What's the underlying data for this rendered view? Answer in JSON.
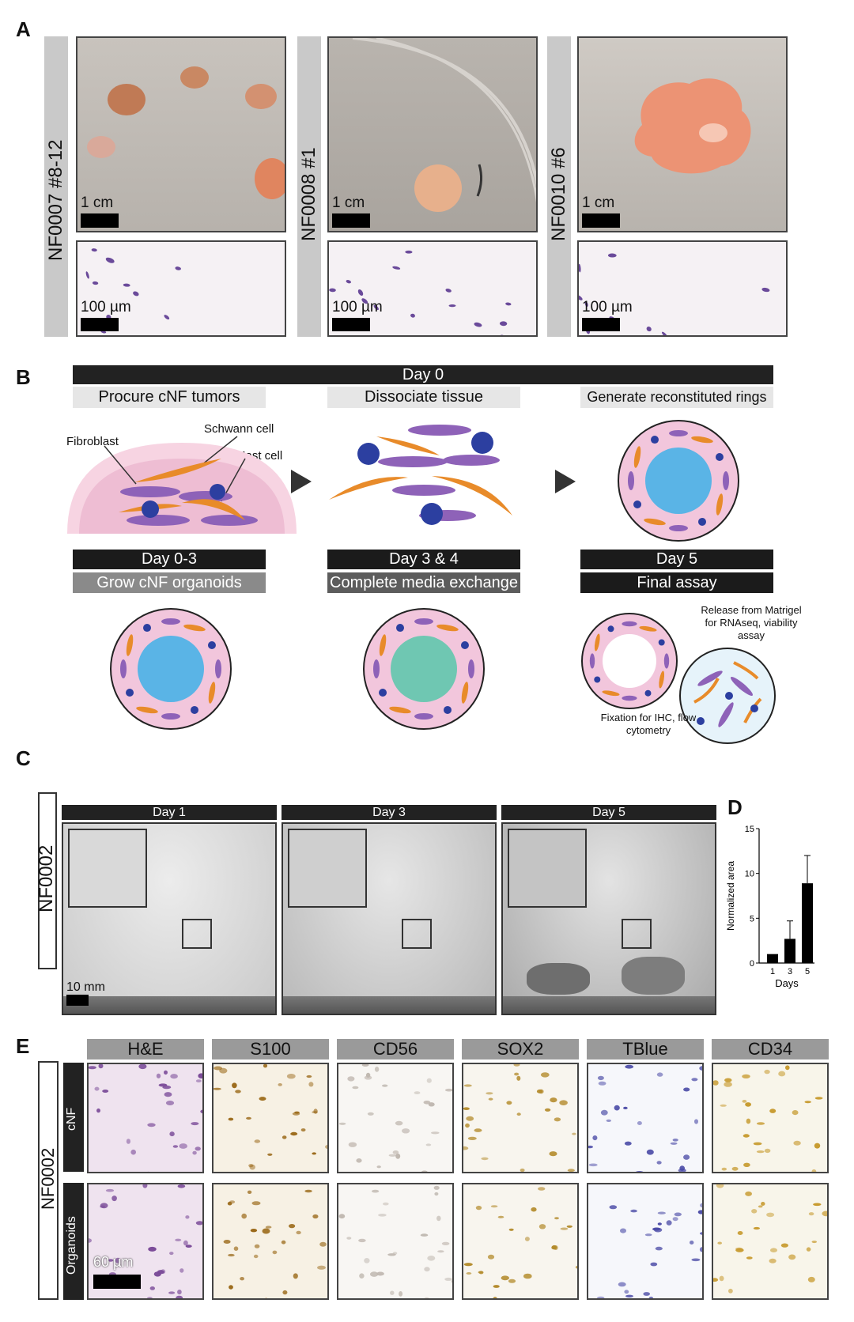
{
  "panels": {
    "a": "A",
    "b": "B",
    "c": "C",
    "d": "D",
    "e": "E"
  },
  "panel_a": {
    "samples": [
      {
        "id": "NF0007 #8-12",
        "photo_scale": "1 cm",
        "histo_scale": "100 µm"
      },
      {
        "id": "NF0008 #1",
        "photo_scale": "1 cm",
        "histo_scale": "100 µm"
      },
      {
        "id": "NF0010 #6",
        "photo_scale": "1 cm",
        "histo_scale": "100 µm"
      }
    ]
  },
  "panel_b": {
    "day0_header": "Day 0",
    "steps": [
      "Procure cNF tumors",
      "Dissociate tissue",
      "Generate reconstituted rings"
    ],
    "cell_labels": {
      "fibroblast": "Fibroblast",
      "schwann": "Schwann cell",
      "mast": "Mast cell"
    },
    "bottom_headers": [
      "Day 0-3",
      "Day 3 & 4",
      "Day 5"
    ],
    "bottom_steps": [
      "Grow cNF organoids",
      "Complete media exchange",
      "Final assay"
    ],
    "release_note": "Release from Matrigel for RNAseq, viability assay",
    "fixation_note": "Fixation for IHC, flow cytometry"
  },
  "panel_c": {
    "sample": "NF0002",
    "days": [
      "Day 1",
      "Day 3",
      "Day 5"
    ],
    "scale": "10 mm"
  },
  "chart_data": {
    "type": "bar",
    "categories": [
      "1",
      "3",
      "5"
    ],
    "values": [
      1.0,
      2.7,
      8.9
    ],
    "errors": [
      0,
      2.0,
      3.1
    ],
    "xlabel": "Days",
    "ylabel": "Normalized area",
    "ylim": [
      0,
      15
    ],
    "yticks": [
      "0",
      "5",
      "10",
      "15"
    ],
    "grid": false
  },
  "panel_e": {
    "sample": "NF0002",
    "stains": [
      "H&E",
      "S100",
      "CD56",
      "SOX2",
      "TBlue",
      "CD34"
    ],
    "rows": [
      "cNF",
      "Organoids"
    ],
    "scale": "60 µm"
  },
  "colors": {
    "bar": "#000000",
    "membrane": "#f2c6dc",
    "lumen": "#5ab4e6",
    "lumen_exchange": "#6fc7b2",
    "fibroblast": "#8e62b8",
    "schwann": "#e88b2a",
    "mast": "#2c3fa0"
  }
}
